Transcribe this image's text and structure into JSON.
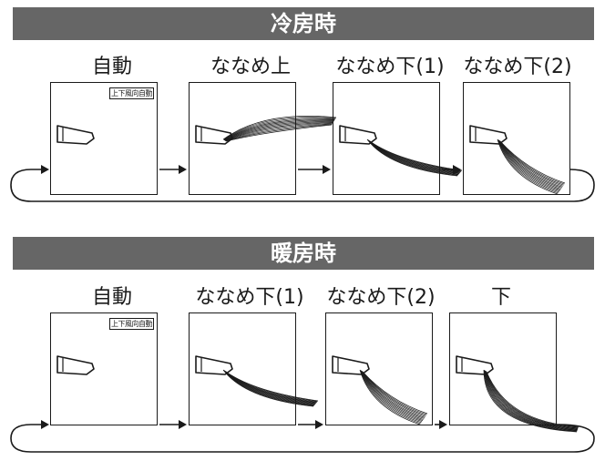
{
  "cooling": {
    "title": "冷房時",
    "steps": [
      {
        "label": "自動",
        "badge": "上下風向自動",
        "airflow": "none"
      },
      {
        "label": "ななめ上",
        "badge": "",
        "airflow": "up"
      },
      {
        "label": "ななめ下(1)",
        "badge": "",
        "airflow": "down1"
      },
      {
        "label": "ななめ下(2)",
        "badge": "",
        "airflow": "down2"
      }
    ]
  },
  "heating": {
    "title": "暖房時",
    "steps": [
      {
        "label": "自動",
        "badge": "上下風向自動",
        "airflow": "none"
      },
      {
        "label": "ななめ下(1)",
        "badge": "",
        "airflow": "down1"
      },
      {
        "label": "ななめ下(2)",
        "badge": "",
        "airflow": "down2"
      },
      {
        "label": "下",
        "badge": "",
        "airflow": "down"
      }
    ]
  },
  "colors": {
    "banner": "#666666",
    "line": "#1a1a1a"
  }
}
